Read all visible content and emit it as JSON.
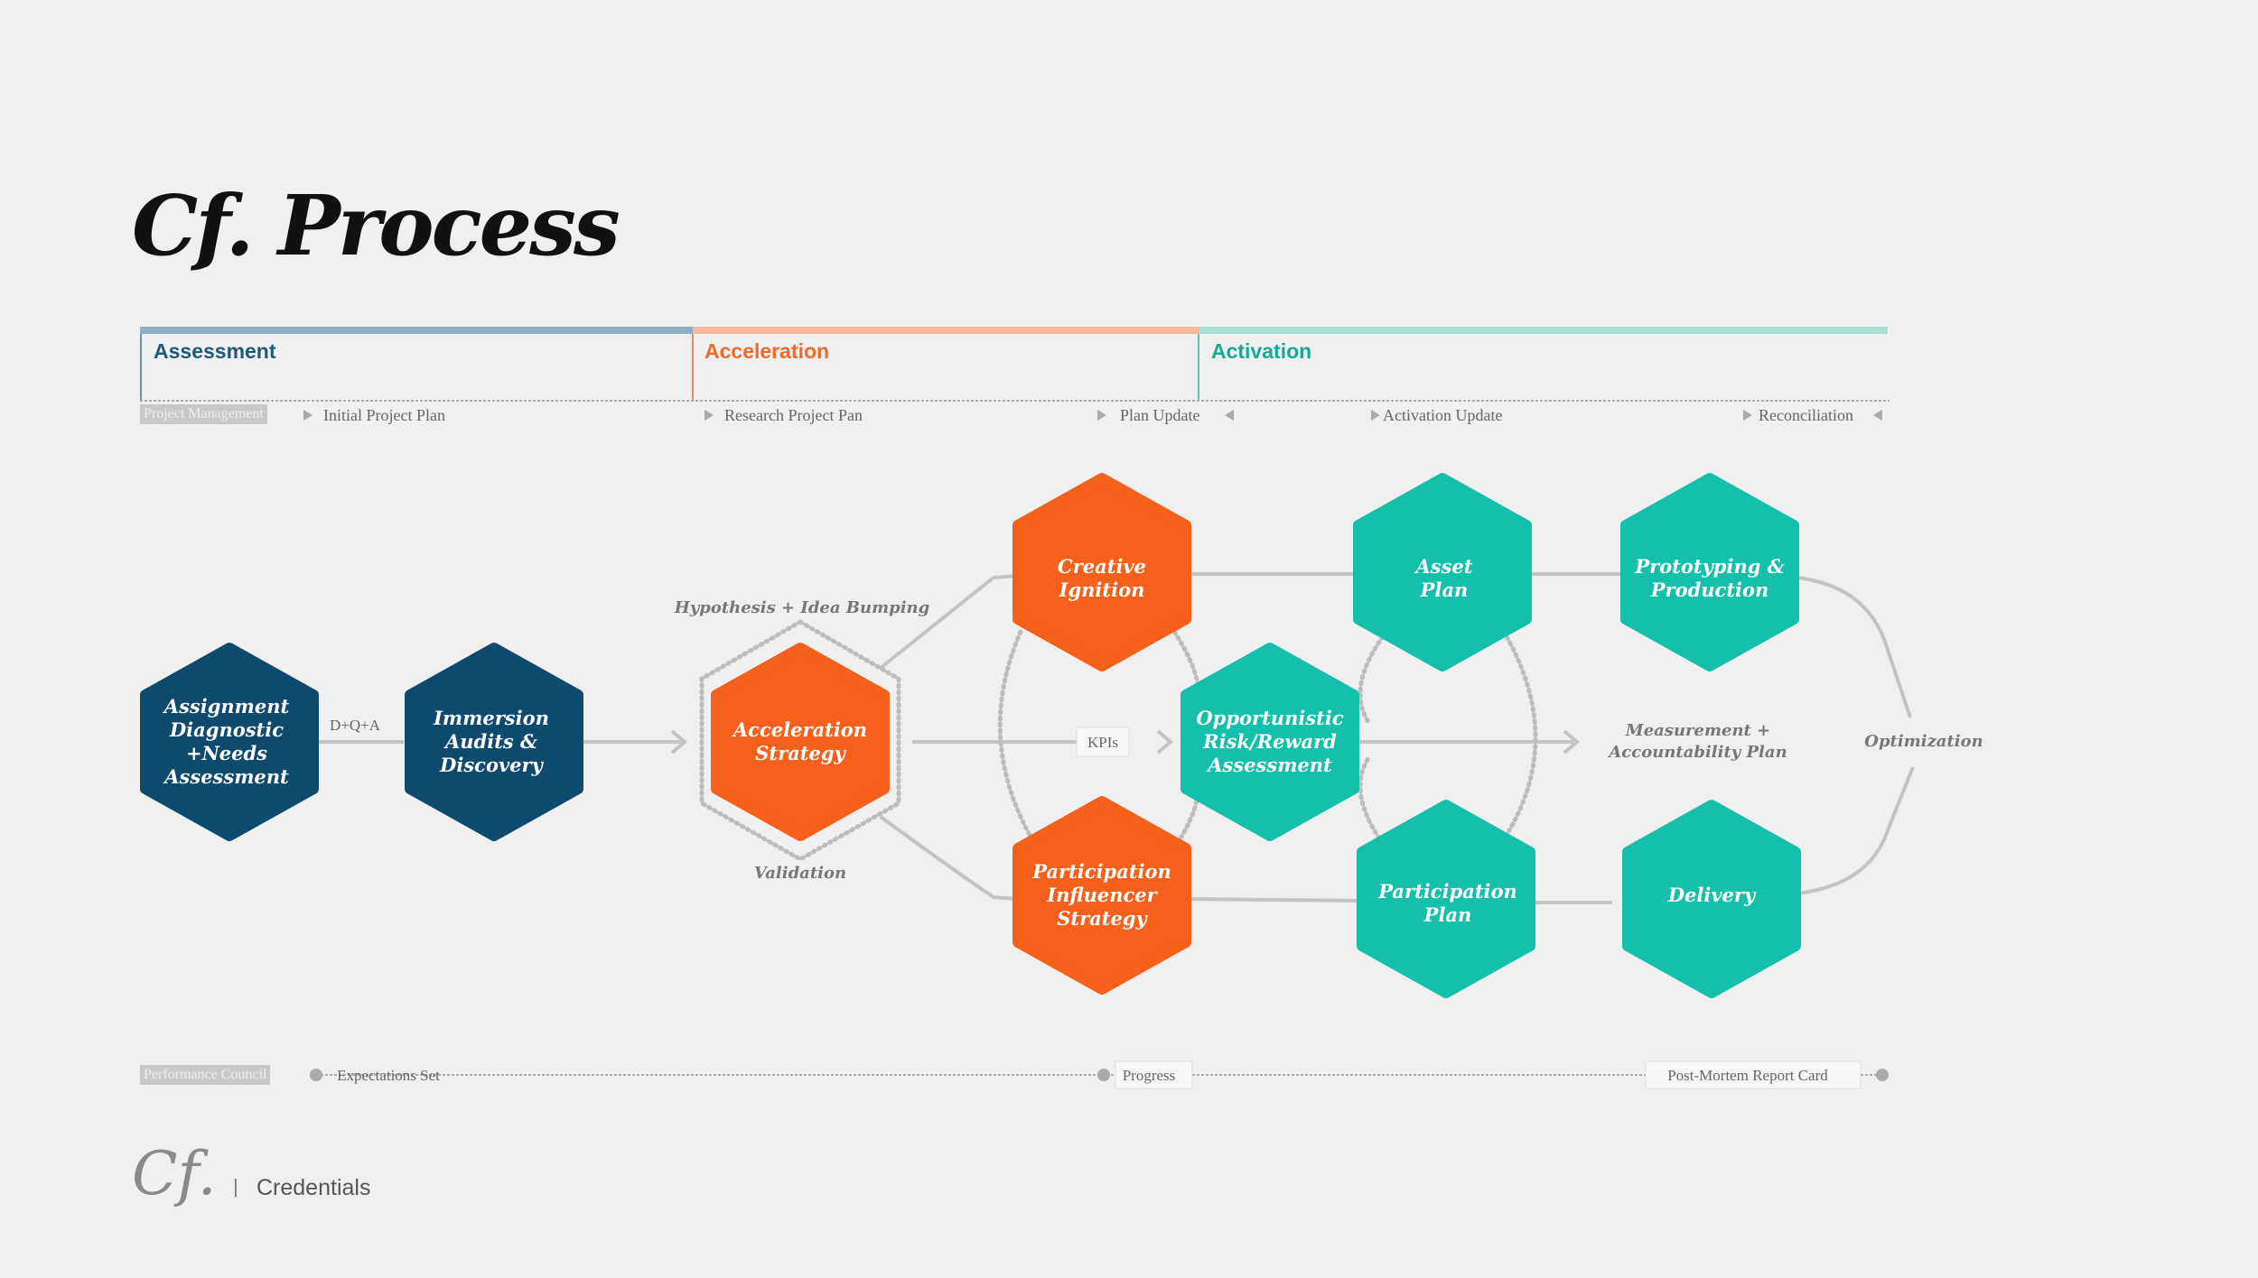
{
  "page": {
    "title": "Cf. Process"
  },
  "phases": [
    {
      "label": "Assessment",
      "color": "#1f5a7a",
      "bar_color": "#8fb0c0"
    },
    {
      "label": "Acceleration",
      "color": "#f26a2b",
      "bar_color": "#f6b89c"
    },
    {
      "label": "Activation",
      "color": "#18a896",
      "bar_color": "#a9ddd3"
    }
  ],
  "project_management": {
    "tag": "Project Management",
    "milestones": [
      "Initial Project Plan",
      "Research Project Pan",
      "Plan Update",
      "Activation Update",
      "Reconciliation"
    ]
  },
  "nodes": {
    "assignment": "Assignment\nDiagnostic\n+Needs\nAssessment",
    "immersion": "Immersion\nAudits &\nDiscovery",
    "acceleration_strategy": "Acceleration\nStrategy",
    "creative": "Creative\nIgnition",
    "participation_influencer": "Participation\nInfluencer\nStrategy",
    "opportunistic": "Opportunistic\nRisk/Reward\nAssessment",
    "asset_plan": "Asset\nPlan",
    "participation_plan": "Participation\nPlan",
    "prototyping": "Prototyping &\nProduction",
    "delivery": "Delivery"
  },
  "labels": {
    "dqa": "D+Q+A",
    "hypothesis": "Hypothesis + Idea Bumping",
    "validation": "Validation",
    "kpis": "KPIs",
    "measurement": "Measurement +\nAccountability Plan",
    "optimization": "Optimization"
  },
  "performance": {
    "tag": "Performance Council",
    "milestones": [
      "Expectations Set",
      "Progress",
      "Post-Mortem Report Card"
    ]
  },
  "colors": {
    "navy": "#0d4a6e",
    "orange": "#f5601a",
    "teal": "#14c0ab"
  },
  "footer": {
    "logo": "Cf.",
    "separator": "|",
    "text": "Credentials"
  }
}
